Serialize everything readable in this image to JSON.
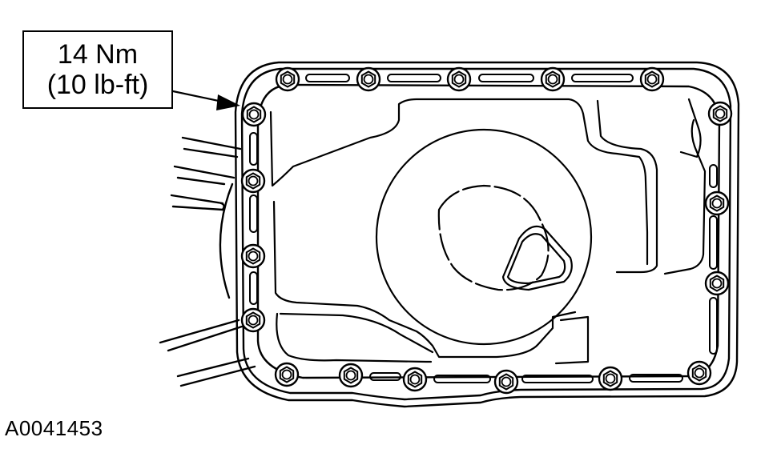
{
  "callout": {
    "torque_nm": "14 Nm",
    "torque_lbft": "(10 lb-ft)"
  },
  "figure_id": "A0041453",
  "bolts": [
    {
      "id": "top-1"
    },
    {
      "id": "top-2"
    },
    {
      "id": "top-3"
    },
    {
      "id": "top-4"
    },
    {
      "id": "top-5"
    },
    {
      "id": "left-1"
    },
    {
      "id": "left-2"
    },
    {
      "id": "left-3"
    },
    {
      "id": "left-4"
    },
    {
      "id": "right-1"
    },
    {
      "id": "right-2"
    },
    {
      "id": "right-3"
    },
    {
      "id": "bottom-1"
    },
    {
      "id": "bottom-2"
    },
    {
      "id": "bottom-3"
    },
    {
      "id": "bottom-4"
    },
    {
      "id": "bottom-5"
    },
    {
      "id": "bottom-6"
    }
  ]
}
